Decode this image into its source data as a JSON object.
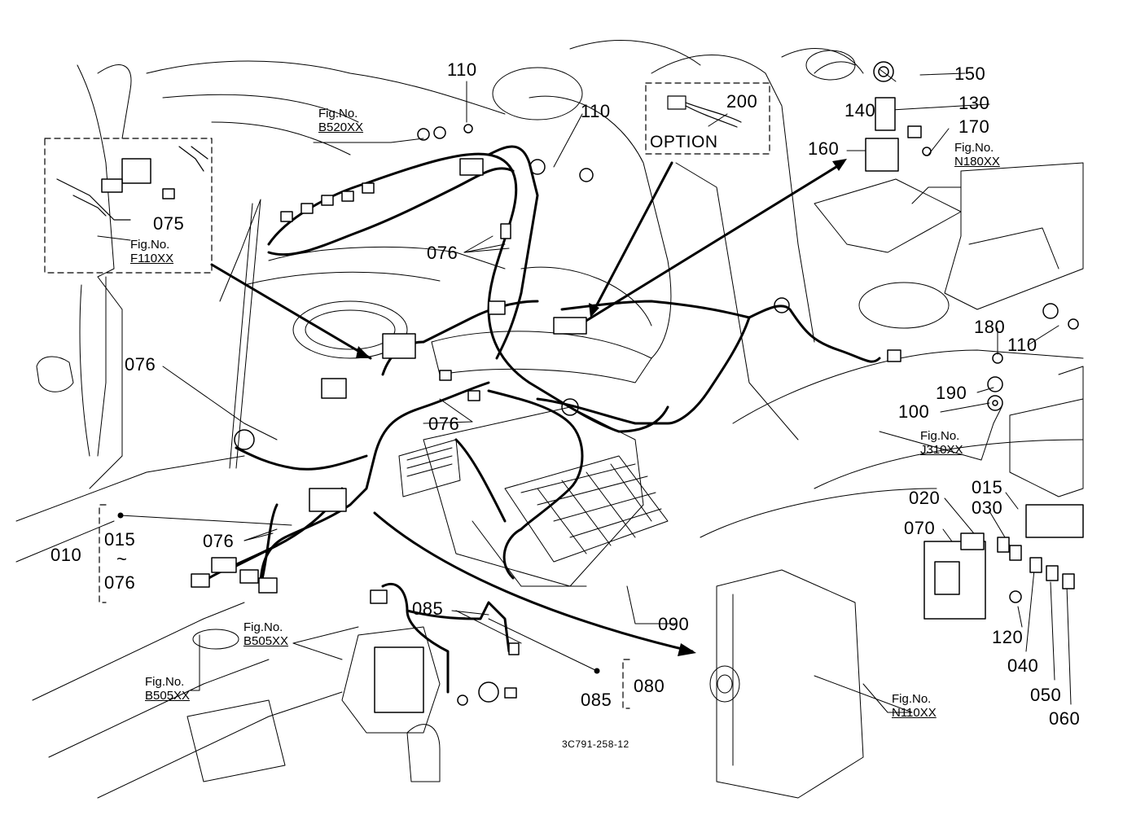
{
  "drawing_code": "3C791-258-12",
  "option_box_label": "OPTION",
  "tilde": "~",
  "part_labels": {
    "p010": "010",
    "p015_a": "015",
    "p076_range_end": "076",
    "p015_b": "015",
    "p020": "020",
    "p030": "030",
    "p040": "040",
    "p050": "050",
    "p060": "060",
    "p070": "070",
    "p075": "075",
    "p076_a": "076",
    "p076_b": "076",
    "p076_c": "076",
    "p076_d": "076",
    "p080": "080",
    "p085_a": "085",
    "p085_b": "085",
    "p090": "090",
    "p100": "100",
    "p110_a": "110",
    "p110_b": "110",
    "p110_c": "110",
    "p120": "120",
    "p130": "130",
    "p140": "140",
    "p150": "150",
    "p160": "160",
    "p170": "170",
    "p180": "180",
    "p190": "190",
    "p200": "200"
  },
  "figure_refs": [
    {
      "prefix": "Fig.No.",
      "ref": "B520XX"
    },
    {
      "prefix": "Fig.No.",
      "ref": "F110XX"
    },
    {
      "prefix": "Fig.No.",
      "ref": "N180XX"
    },
    {
      "prefix": "Fig.No.",
      "ref": "J310XX"
    },
    {
      "prefix": "Fig.No.",
      "ref": "B505XX"
    },
    {
      "prefix": "Fig.No.",
      "ref": "B505XX"
    },
    {
      "prefix": "Fig.No.",
      "ref": "N110XX"
    }
  ]
}
